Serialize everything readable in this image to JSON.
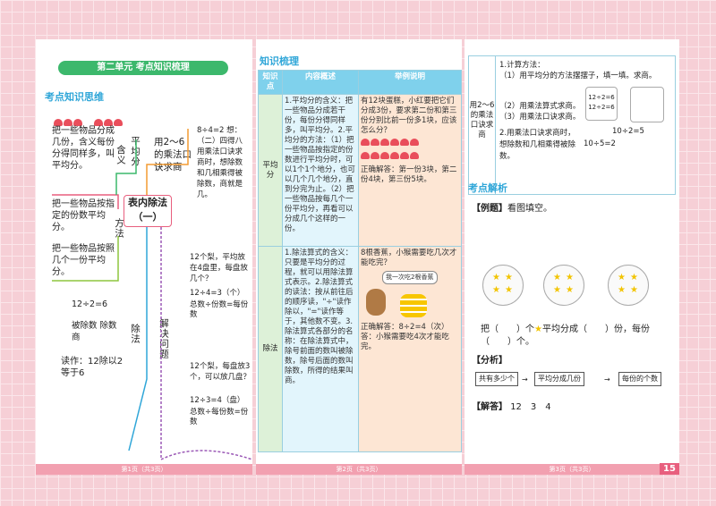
{
  "page1": {
    "banner": "第二单元  考点知识梳理",
    "section": "考点知识思维",
    "b_fen": "把一些物品分成几份，含义每份分得同样多，叫平均分。",
    "b_zhiding": "把一些物品按指定的份数平均分。",
    "b_anzhao": "把一些物品按照几个一份平均分。",
    "v_pingjunfen": "平均分",
    "v_hanyi": "含义",
    "v_fangfa": "方法",
    "center": "表内除法（一）",
    "v_chengfa": "用2～6的乘法口诀求商",
    "koujue": "8÷4=2 想：（二）四得八 用乘法口诀求商时，想除数和几相乘得被除数，商就是几。",
    "v_chufa": "除法",
    "eq": "12÷2=6",
    "eq_labels": "被除数 除数 商",
    "eq_read": "读作：12除以2等于6",
    "v_jiejue": "解决问题",
    "prob1": "12个梨，平均放在4盘里，每盘放几个？",
    "prob1_eq": "12÷4=3（个）",
    "prob1_rel": "总数÷份数=每份数",
    "prob2": "12个梨，每盘放3个，可以放几盘？",
    "prob2_eq": "12÷3=4（盘）",
    "prob2_rel": "总数÷每份数=份数",
    "footer": "第1页（共3页）"
  },
  "page2": {
    "section": "知识梳理",
    "th1": "知识点",
    "th2": "内容概述",
    "th3": "举例说明",
    "r1_label": "平均分",
    "r1_content": "1.平均分的含义：把一些物品分成若干份，每份分得同样多，叫平均分。2.平均分的方法：（1）把一些物品按指定的份数进行平均分时，可以1个1个地分，也可以几个几个地分，直到分完为止。（2）把一些物品按每几个一份平均分，再看可以分成几个这样的一份。",
    "r1_example": "有12块蛋糕，小红要把它们分成3份，要求第二份和第三份分别比前一份多1块，应该怎么分？",
    "r1_answer": "正确解答：第一份3块，第二份4块，第三份5块。",
    "r2_label": "除法",
    "r2_content": "1.除法算式的含义：只要是平均分的过程，就可以用除法算式表示。2.除法算式的读法：按从前往后的顺序读，\"÷\"读作除以，\"=\"读作等于，其他数不变。3.除法算式各部分的名称：在除法算式中，除号前面的数叫被除数，除号后面的数叫除数，所得的结果叫商。",
    "r2_example": "8根香蕉，小猴需要吃几次才能吃完？",
    "bubble": "我一次吃2根香蕉",
    "r2_answer": "正确解答：8÷2=4（次）答：小猴需要吃4次才能吃完。",
    "footer": "第2页（共3页）"
  },
  "page3": {
    "lbl": "用2～6的乘法口诀求商",
    "method_1": "1.计算方法：",
    "method_2": "（1）用平均分的方法摆摆子，填一填。求商。",
    "method_3": "（2）用乘法算式求商。",
    "method_4": "（3）用乘法口诀求商。",
    "method_5": "2.用乘法口诀求商时，想除数和几相乘得被除数。",
    "eq_a": "12÷2=6",
    "eq_b": "12÷2=6",
    "eq_c": "10÷2=5",
    "eq_d": "10÷5=2",
    "section": "考点解析",
    "example_label": "【例题】",
    "example_text": "看图填空。",
    "fill": "把（　　）个",
    "fill_tail": "平均分成（　　）份，每份（　　）个。",
    "analysis": "【分析】",
    "flow1": "共有多少个",
    "flow2": "平均分成几份",
    "flow3": "每份的个数",
    "answer_label": "【解答】",
    "answer": "12　3　4",
    "footer": "第3页（共3页）",
    "pagenum": "15"
  },
  "colors": {
    "pink": "#e85f7e",
    "green": "#3cb86c",
    "blue": "#2fa6d8"
  }
}
